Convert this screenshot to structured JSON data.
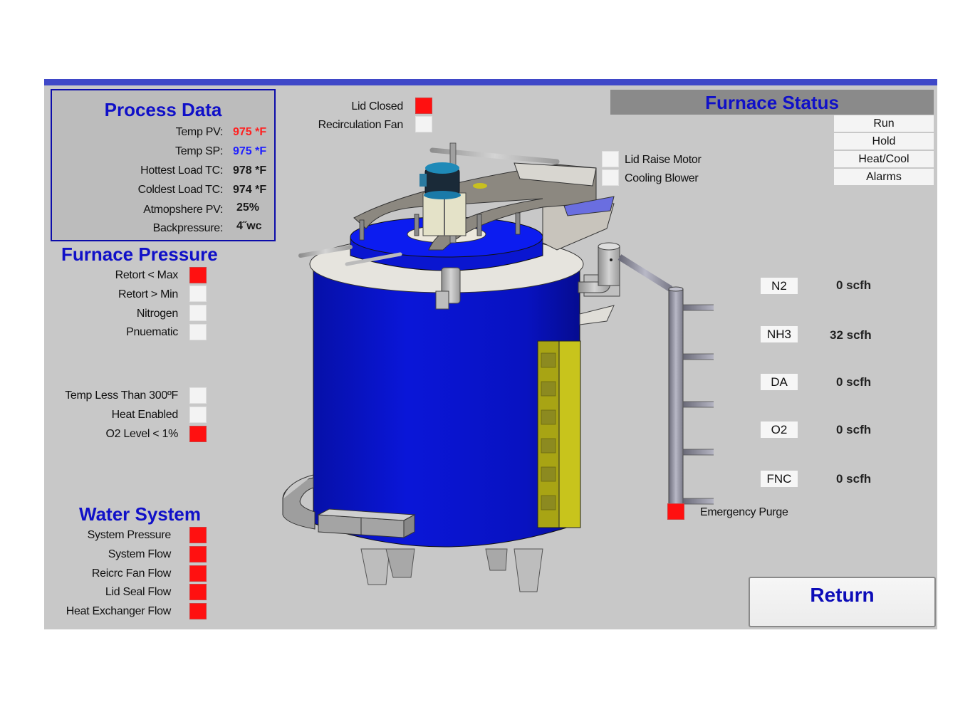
{
  "colors": {
    "panel_bg": "#c8c8c8",
    "top_bar": "#3f48c8",
    "title_blue": "#1010c8",
    "indicator_on": "#ff1010",
    "indicator_off": "#f3f3f3",
    "pv_red": "#ff2020",
    "sp_blue": "#2020ff",
    "furnace_blue": "#0a14c8"
  },
  "process_data": {
    "title": "Process Data",
    "rows": [
      {
        "label": "Temp PV:",
        "value": "975 *F",
        "color": "red"
      },
      {
        "label": "Temp SP:",
        "value": "975 *F",
        "color": "blue"
      },
      {
        "label": "Hottest Load TC:",
        "value": "978 *F",
        "color": "black"
      },
      {
        "label": "Coldest Load TC:",
        "value": "974 *F",
        "color": "black"
      },
      {
        "label": "Atmopshere PV:",
        "value": "25%",
        "color": "black"
      },
      {
        "label": "Backpressure:",
        "value": "4˝wc",
        "color": "black"
      }
    ]
  },
  "furnace_pressure": {
    "title": "Furnace Pressure",
    "items": [
      {
        "label": "Retort < Max",
        "state": "on"
      },
      {
        "label": "Retort > Min",
        "state": "off"
      },
      {
        "label": "Nitrogen",
        "state": "off"
      },
      {
        "label": "Pnuematic",
        "state": "off"
      }
    ]
  },
  "interlocks": {
    "items": [
      {
        "label": "Temp Less Than 300ºF",
        "state": "off"
      },
      {
        "label": "Heat Enabled",
        "state": "off"
      },
      {
        "label": "O2 Level < 1%",
        "state": "on"
      }
    ]
  },
  "water_system": {
    "title": "Water System",
    "items": [
      {
        "label": "System Pressure",
        "state": "on"
      },
      {
        "label": "System Flow",
        "state": "on"
      },
      {
        "label": "Reicrc Fan Flow",
        "state": "on"
      },
      {
        "label": "Lid Seal Flow",
        "state": "on"
      },
      {
        "label": "Heat Exchanger Flow",
        "state": "on"
      }
    ]
  },
  "lid_status": {
    "items": [
      {
        "label": "Lid Closed",
        "state": "on"
      },
      {
        "label": "Recirculation Fan",
        "state": "off"
      }
    ]
  },
  "motors": {
    "items": [
      {
        "label": "Lid Raise Motor",
        "state": "off"
      },
      {
        "label": "Cooling Blower",
        "state": "off"
      }
    ]
  },
  "furnace_status": {
    "title": "Furnace Status",
    "buttons": [
      "Run",
      "Hold",
      "Heat/Cool",
      "Alarms"
    ]
  },
  "gases": [
    {
      "name": "N2",
      "flow": "0 scfh"
    },
    {
      "name": "NH3",
      "flow": "32 scfh"
    },
    {
      "name": "DA",
      "flow": "0 scfh"
    },
    {
      "name": "O2",
      "flow": "0 scfh"
    },
    {
      "name": "FNC",
      "flow": "0 scfh"
    }
  ],
  "emergency_purge": {
    "label": "Emergency Purge",
    "state": "on"
  },
  "return_button": {
    "label": "Return"
  }
}
